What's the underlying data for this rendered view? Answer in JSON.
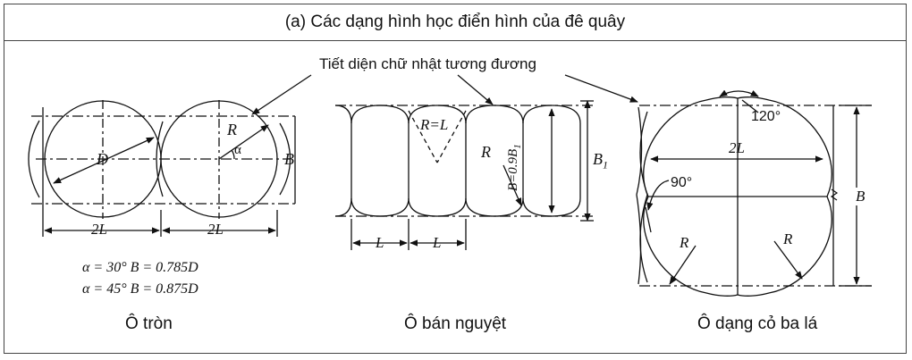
{
  "title": "(a) Các dạng hình học điển hình của đê quây",
  "callout_label": "Tiết diện chữ nhật tương đương",
  "panels": {
    "round": {
      "caption": "Ô tròn",
      "labels": {
        "D": "D",
        "R": "R",
        "alpha": "α",
        "B": "B",
        "spacing_1": "2L",
        "spacing_2": "2L"
      },
      "formula_1": "α = 30°   B = 0.785D",
      "formula_2": "α = 45°   B = 0.875D"
    },
    "semicircle": {
      "caption": "Ô bán nguyệt",
      "labels": {
        "R_eq_L": "R=L",
        "R": "R",
        "B_inner": "B=0.9B",
        "B_inner_sub": "1",
        "B1": "B",
        "B1_sub": "1",
        "L_1": "L",
        "L_2": "L"
      }
    },
    "cloverleaf": {
      "caption": "Ô dạng cỏ ba lá",
      "labels": {
        "angle_120": "120°",
        "angle_90": "90°",
        "two_L": "2L",
        "R_left": "R",
        "R_right": "R",
        "B": "B"
      }
    }
  },
  "colors": {
    "line": "#111111",
    "border": "#444444",
    "background": "#ffffff"
  }
}
